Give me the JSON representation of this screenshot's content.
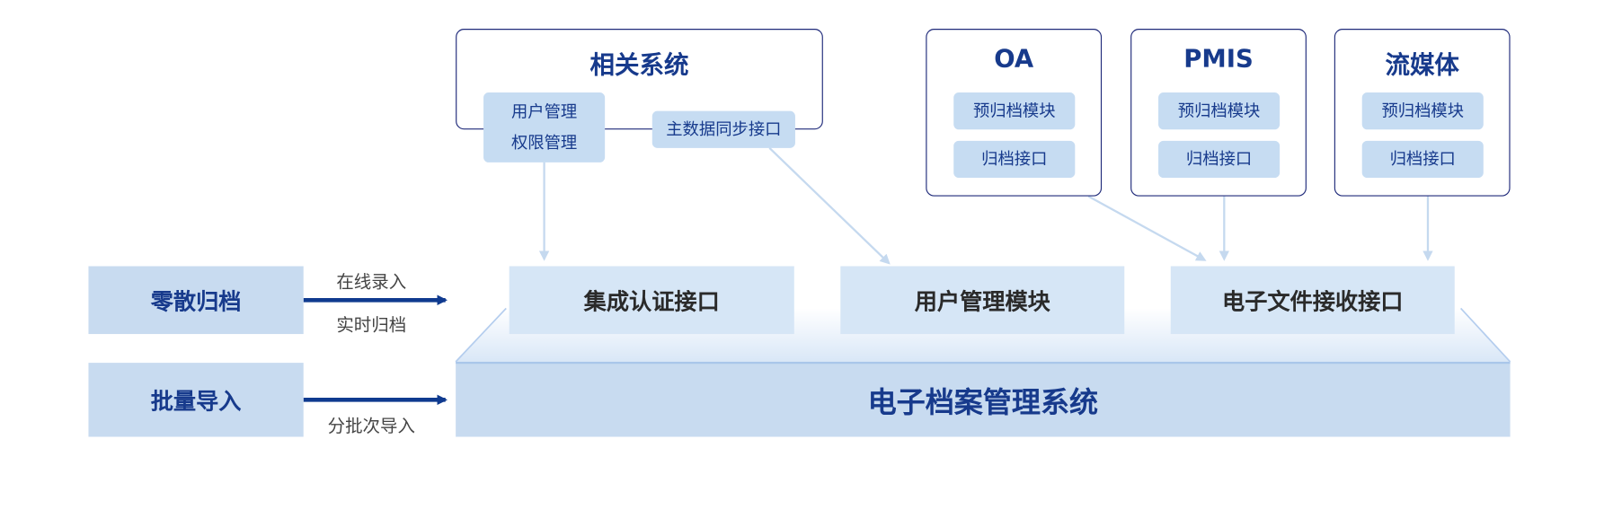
{
  "related_system": {
    "title": "相关系统",
    "user_mgmt_lines": [
      "用户管理",
      "权限管理"
    ],
    "master_data": "主数据同步接口"
  },
  "external_systems": [
    {
      "title": "OA",
      "modules": [
        "预归档模块",
        "归档接口"
      ]
    },
    {
      "title": "PMIS",
      "modules": [
        "预归档模块",
        "归档接口"
      ]
    },
    {
      "title": "流媒体",
      "modules": [
        "预归档模块",
        "归档接口"
      ]
    }
  ],
  "inputs": [
    {
      "label": "零散归档",
      "arrow_top": "在线录入",
      "arrow_bottom": "实时归档"
    },
    {
      "label": "批量导入",
      "arrow_bottom": "分批次导入"
    }
  ],
  "interfaces": [
    "集成认证接口",
    "用户管理模块",
    "电子文件接收接口"
  ],
  "main_system": "电子档案管理系统",
  "colors": {
    "navy": "#173a8c",
    "box": "#c8dbf0",
    "arrow_light": "#c5d9ef",
    "arrow_dark": "#0f3a8f"
  }
}
